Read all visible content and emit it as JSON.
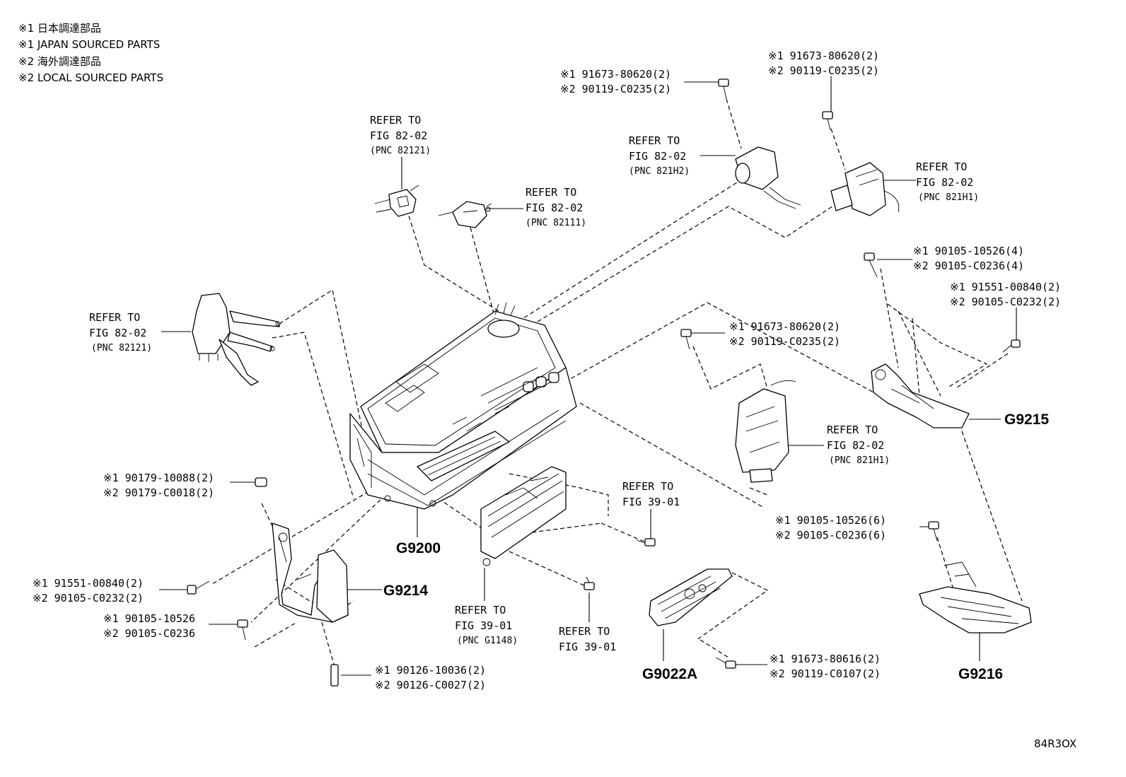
{
  "notes": [
    "※1 日本調達部品",
    "※1 JAPAN SOURCED PARTS",
    "※2 海外調達部品",
    "※2 LOCAL SOURCED PARTS"
  ],
  "refer_labels": {
    "top_82121": [
      "REFER TO",
      "FIG 82-02",
      "(PNC 82121)"
    ],
    "top_82111": [
      "REFER TO",
      "FIG 82-02",
      "(PNC 82111)"
    ],
    "top_821h2": [
      "REFER TO",
      "FIG 82-02",
      "(PNC 821H2)"
    ],
    "top_821h1": [
      "REFER TO",
      "FIG 82-02",
      "(PNC 821H1)"
    ],
    "left_82121": [
      "REFER TO",
      "FIG 82-02",
      "(PNC 82121)"
    ],
    "mid_821h1": [
      "REFER TO",
      "FIG 82-02",
      "(PNC 821H1)"
    ],
    "fig39_right": [
      "REFER TO",
      "FIG 39-01"
    ],
    "fig39_g1148": [
      "REFER TO",
      "FIG 39-01",
      "(PNC G1148)"
    ],
    "fig39_bottom": [
      "REFER TO",
      "FIG 39-01"
    ]
  },
  "part_numbers": {
    "top_bolt_a": [
      "※1 91673-80620(2)",
      "※2 90119-C0235(2)"
    ],
    "top_bolt_b": [
      "※1 91673-80620(2)",
      "※2 90119-C0235(2)"
    ],
    "right_bolt_4": [
      "※1 90105-10526(4)",
      "※2 90105-C0236(4)"
    ],
    "right_bolt_91551": [
      "※1 91551-00840(2)",
      "※2 90105-C0232(2)"
    ],
    "mid_bolt": [
      "※1 91673-80620(2)",
      "※2 90119-C0235(2)"
    ],
    "nut_90179": [
      "※1 90179-10088(2)",
      "※2 90179-C0018(2)"
    ],
    "mid_bolt_6": [
      "※1 90105-10526(6)",
      "※2 90105-C0236(6)"
    ],
    "left_bolt_91551": [
      "※1 91551-00840(2)",
      "※2 90105-C0232(2)"
    ],
    "left_bolt_10526": [
      "※1 90105-10526",
      "※2 90105-C0236"
    ],
    "stud_90126": [
      "※1 90126-10036(2)",
      "※2 90126-C0027(2)"
    ],
    "bottom_bolt_80616": [
      "※1 91673-80616(2)",
      "※2 90119-C0107(2)"
    ]
  },
  "codes": {
    "g9200": "G9200",
    "g9214": "G9214",
    "g9215": "G9215",
    "g9216": "G9216",
    "g9022a": "G9022A"
  },
  "illustration_id": "84R3OX"
}
